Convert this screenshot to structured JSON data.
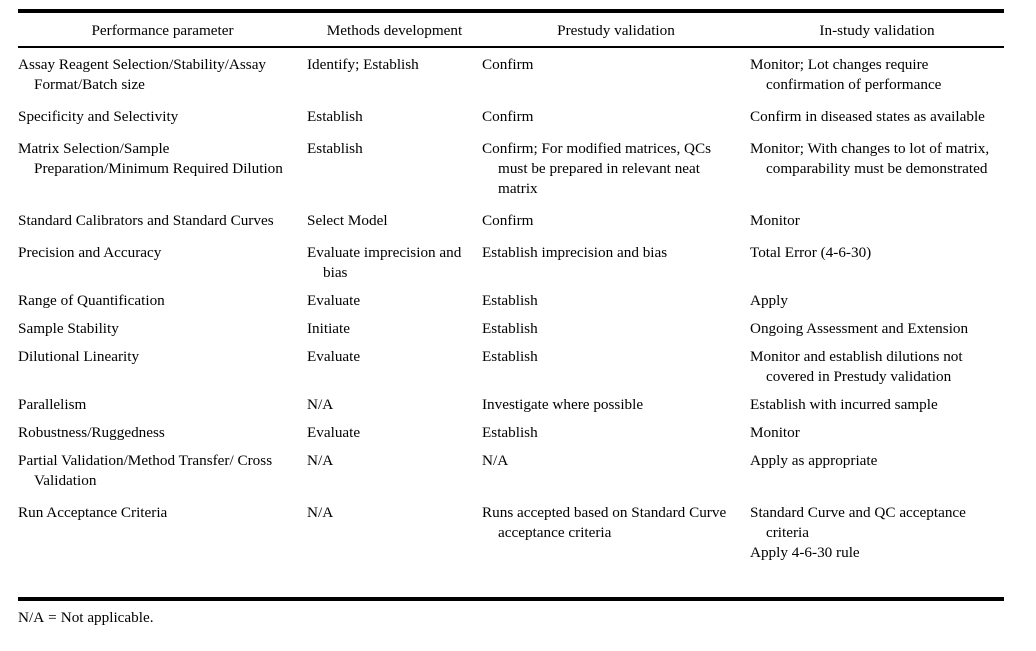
{
  "table": {
    "columns": [
      "Performance parameter",
      "Methods development",
      "Prestudy validation",
      "In-study validation"
    ],
    "rows": [
      {
        "parameter": "Assay Reagent Selection/Stability/Assay Format/Batch size",
        "methods_development": "Identify; Establish",
        "prestudy_validation": "Confirm",
        "in_study_validation": "Monitor; Lot changes require confirmation of performance"
      },
      {
        "parameter": "Specificity and Selectivity",
        "methods_development": "Establish",
        "prestudy_validation": "Confirm",
        "in_study_validation": "Confirm in diseased states as available"
      },
      {
        "parameter": "Matrix Selection/Sample Preparation/Minimum Required Dilution",
        "methods_development": "Establish",
        "prestudy_validation": "Confirm; For modified matrices, QCs must be prepared in relevant neat matrix",
        "in_study_validation": "Monitor; With changes to lot of matrix, comparability must be demonstrated"
      },
      {
        "parameter": "Standard Calibrators and Standard Curves",
        "methods_development": "Select Model",
        "prestudy_validation": "Confirm",
        "in_study_validation": "Monitor"
      },
      {
        "parameter": "Precision and Accuracy",
        "methods_development": "Evaluate imprecision and bias",
        "prestudy_validation": "Establish imprecision and bias",
        "in_study_validation": "Total Error (4-6-30)"
      },
      {
        "parameter": "Range of Quantification",
        "methods_development": "Evaluate",
        "prestudy_validation": "Establish",
        "in_study_validation": "Apply"
      },
      {
        "parameter": "Sample Stability",
        "methods_development": "Initiate",
        "prestudy_validation": "Establish",
        "in_study_validation": "Ongoing Assessment and Extension"
      },
      {
        "parameter": "Dilutional Linearity",
        "methods_development": "Evaluate",
        "prestudy_validation": "Establish",
        "in_study_validation": "Monitor and establish dilutions not covered in Prestudy validation"
      },
      {
        "parameter": "Parallelism",
        "methods_development": "N/A",
        "prestudy_validation": "Investigate where possible",
        "in_study_validation": "Establish with incurred sample"
      },
      {
        "parameter": "Robustness/Ruggedness",
        "methods_development": "Evaluate",
        "prestudy_validation": "Establish",
        "in_study_validation": "Monitor"
      },
      {
        "parameter": "Partial Validation/Method Transfer/ Cross Validation",
        "methods_development": "N/A",
        "prestudy_validation": "N/A",
        "in_study_validation": "Apply as appropriate"
      },
      {
        "parameter": "Run Acceptance Criteria",
        "methods_development": "N/A",
        "prestudy_validation": "Runs accepted based on Standard Curve acceptance criteria",
        "in_study_validation": "Standard Curve and QC acceptance criteria",
        "in_study_validation_line2": "Apply 4-6-30 rule"
      }
    ]
  },
  "footnote": {
    "abbreviation": "N/A",
    "equals": "=",
    "definition": "Not applicable."
  }
}
